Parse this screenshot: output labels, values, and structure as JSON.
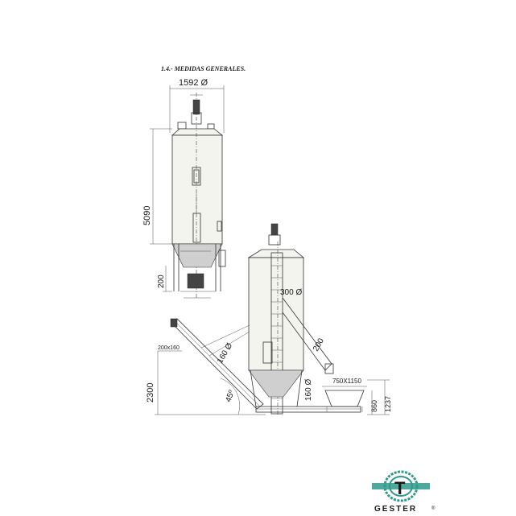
{
  "section_title": "1.4.- MEDIDAS GENERALES.",
  "dimensions": {
    "silo_diameter": "1592 Ø",
    "silo_height": "5090",
    "leg_height": "200",
    "elevator_diameter": "300 Ø",
    "chute_size": "200",
    "screw_diameter": "160 Ø",
    "hopper_inlet": "200x160",
    "total_height": "2300",
    "angle": "45º",
    "outlet_diameter": "160 Ø",
    "hopper_size": "750X1150",
    "hopper_height_a": "860",
    "hopper_height_b": "1237"
  },
  "logo": {
    "name": "GESTER",
    "symbol": "T",
    "registered": "®",
    "color": "#2e9a8a"
  }
}
